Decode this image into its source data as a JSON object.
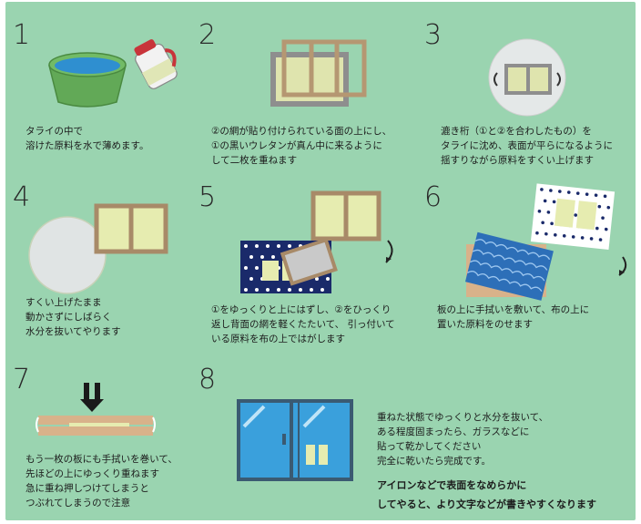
{
  "steps": [
    {
      "number": "1",
      "text": "タライの中で\n溶けた原料を水で薄めます。"
    },
    {
      "number": "2",
      "text": "②の網が貼り付けられている面の上にし、\n①の黒いウレタンが真ん中に来るように\nして二枚を重ねます"
    },
    {
      "number": "3",
      "text": "漉き桁（①と②を合わしたもの）を\nタライに沈め、表面が平らになるように\n揺すりながら原料をすくい上げます"
    },
    {
      "number": "4",
      "text": "すくい上げたまま\n動かさずにしばらく\n水分を抜いてやります"
    },
    {
      "number": "5",
      "text": "①をゆっくりと上にはずし、②をひっくり\n返し背面の網を軽くたたいて、 引っ付いて\nいる原料を布の上ではがします"
    },
    {
      "number": "6",
      "text": "板の上に手拭いを敷いて、布の上に\n置いた原料をのせます"
    },
    {
      "number": "7",
      "text": "もう一枚の板にも手拭いを巻いて、\n先ほどの上にゆっくり重ねます\n急に重ね押しつけてしまうと\nつぶれてしまうので注意"
    },
    {
      "number": "8",
      "text": "重ねた状態でゆっくりと水分を抜いて、\nある程度固まったら、ガラスなどに\n貼って乾かしてください\n完全に乾いたら完成です。",
      "emphasis": "アイロンなどで表面をなめらかに\nしてやると、より文字などが書きやすくなります"
    }
  ],
  "colors": {
    "background": "#9ad4b0",
    "frame_wood": "#a88a68",
    "mesh": "#e6ecb0",
    "water": "#2f8fd0",
    "basin": "#6fb25e",
    "cloth_dots": "#1a2a6a",
    "wave_cloth": "#2d6fb8"
  }
}
